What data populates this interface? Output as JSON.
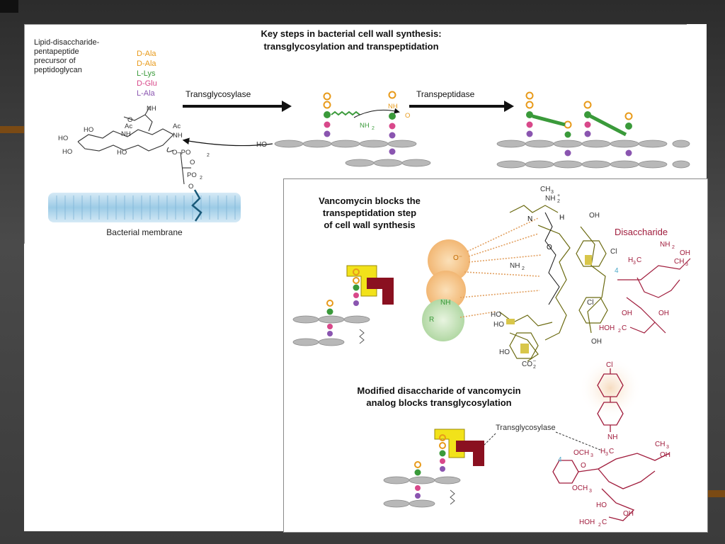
{
  "top_figure": {
    "title_line1": "Key steps in bacterial cell wall synthesis:",
    "title_line2": "transglycosylation and transpeptidation",
    "precursor_label": [
      "Lipid-disaccharide-",
      "pentapeptide",
      "precursor of",
      "peptidoglycan"
    ],
    "amino_acids": [
      {
        "label": "D-Ala",
        "color": "#e89a1a"
      },
      {
        "label": "D-Ala",
        "color": "#e89a1a"
      },
      {
        "label": "L-Lys",
        "color": "#3a9a3a"
      },
      {
        "label": "D-Glu",
        "color": "#d8488a"
      },
      {
        "label": "L-Ala",
        "color": "#8a55b0"
      }
    ],
    "chem_labels": {
      "nh_top": "NH",
      "o": "O",
      "ac1": "Ac",
      "nh1": "NH",
      "ac2": "Ac",
      "nh2": "NH",
      "ho1": "HO",
      "ho2": "HO",
      "ho3": "HO",
      "ho4": "HO",
      "o_po": "O–PO",
      "po_sub": "2",
      "o1": "O",
      "po2": "PO",
      "po2_sub": "2",
      "o2": "O"
    },
    "membrane_label": "Bacterial membrane",
    "enzyme1": "Transglycosylase",
    "enzyme2": "Transpeptidase",
    "ho_chain": "HO",
    "nh2_label": "NH",
    "nh2_sub": "2",
    "nh_label": "NH",
    "o_label": "O"
  },
  "vanco_figure": {
    "title_lines": [
      "Vancomycin blocks the",
      "transpeptidation step",
      "of cell wall synthesis"
    ],
    "disaccharide_label": "Disaccharide",
    "chem_labels": {
      "ch3": "CH",
      "ch3_sub": "3",
      "nh2p": "NH",
      "nh2p_sub": "2",
      "nh2p_sup": "+",
      "oh1": "OH",
      "cl1": "Cl",
      "cl2": "Cl",
      "nh2a": "NH",
      "nh2a_sub": "2",
      "h3c": "H",
      "h3c_sub": "3",
      "h3c_c": "C",
      "nh2b": "NH",
      "nh2b_sub": "2",
      "oh2": "OH",
      "ch3b": "CH",
      "ch3b_sub": "3",
      "four": "4",
      "ho1": "HO",
      "ho2": "HO",
      "oh3": "OH",
      "oh4": "OH",
      "hoh2c": "HOH",
      "hoh2c_sub": "2",
      "hoh2c_c": "C",
      "co2": "CO",
      "co2_sub": "2",
      "co2_sup": "–",
      "ho3": "HO",
      "oh5": "OH",
      "r": "R",
      "nh": "NH",
      "n": "N",
      "h": "H",
      "o": "O",
      "ominus": "O⁻"
    }
  },
  "analog_figure": {
    "title_lines": [
      "Modified disaccharide of vancomycin",
      "analog blocks transglycosylation"
    ],
    "enzyme": "Transglycosylase",
    "chem_labels": {
      "cl": "Cl",
      "nh": "NH",
      "h3c": "H",
      "h3c_sub": "3",
      "h3c_c": "C",
      "ch3": "CH",
      "ch3_sub": "3",
      "oh": "OH",
      "och3a": "OCH",
      "och3a_sub": "3",
      "och3b": "OCH",
      "och3b_sub": "3",
      "four": "4",
      "o": "O",
      "ho": "HO",
      "oh2": "OH",
      "hoh2c": "HOH",
      "hoh2c_sub": "2",
      "hoh2c_c": "C"
    }
  },
  "colors": {
    "orange": "#e89a1a",
    "green": "#3a9a3a",
    "pink": "#d8488a",
    "purple": "#8a55b0",
    "maroon": "#a01c3c",
    "olive": "#6b6a10",
    "yellow": "#f2e21a",
    "darkred": "#8a1020",
    "chain_gray": "#b8b8b8",
    "membrane_blue": "#a8d2ea"
  }
}
